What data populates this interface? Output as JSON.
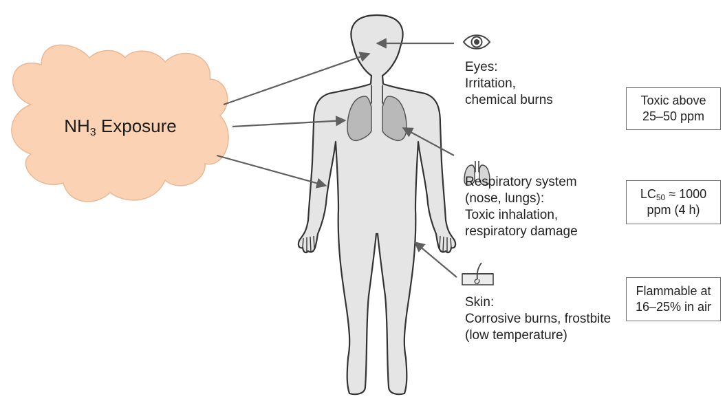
{
  "exposure": {
    "formula": "NH",
    "subscript": "3",
    "label": "Exposure"
  },
  "organs": {
    "eyes": {
      "icon": "eye-icon",
      "lines": [
        "Eyes:",
        "Irritation,",
        "chemical burns"
      ]
    },
    "respiratory": {
      "icon": "lungs-icon",
      "lines": [
        "Respiratory system",
        "(nose, lungs):",
        "Toxic inhalation,",
        "respiratory damage"
      ]
    },
    "skin": {
      "icon": "skin-hair-icon",
      "lines": [
        "Skin:",
        "Corrosive burns, frostbite",
        "(low temperature)"
      ]
    }
  },
  "facts": {
    "toxic": {
      "line1": "Toxic above",
      "line2": "25–50 ppm"
    },
    "lc50": {
      "prefix": "LC",
      "subscript": "50",
      "suffix": " ≈ 1000",
      "line2": "ppm (4 h)"
    },
    "flammable": {
      "line1": "Flammable at",
      "line2": "16–25% in air"
    }
  },
  "colors": {
    "cloud_fill": "#fbd3b4",
    "cloud_stroke": "#e9b894",
    "body_fill": "#e5e5e5",
    "body_stroke": "#333333",
    "lungs_fill": "#b9b9b9",
    "arrow": "#5f5f5f"
  }
}
